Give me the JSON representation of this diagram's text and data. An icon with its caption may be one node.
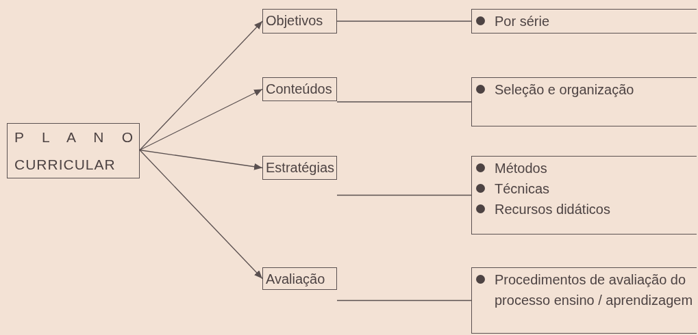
{
  "diagram": {
    "nodes": [
      {
        "text": [
          "P L A N O CURRICULAR"
        ]
      },
      {
        "text": [
          "Objetivos"
        ]
      },
      {
        "text": [
          "Conteúdos"
        ]
      },
      {
        "text": [
          "Estratégias"
        ]
      },
      {
        "text": [
          "Avaliação"
        ]
      },
      {
        "text": [
          "Por série"
        ]
      },
      {
        "text": [
          "Seleção e organização"
        ]
      },
      {
        "text": [
          "Métodos",
          "Técnicas",
          "Recursos didáticos"
        ]
      },
      {
        "text": [
          "Procedimentos de avaliação do processo ensino / aprendizagem"
        ]
      }
    ],
    "edges": [
      {
        "from": 0,
        "to": 1,
        "arrow": "to"
      },
      {
        "from": 0,
        "to": 2,
        "arrow": "to"
      },
      {
        "from": 0,
        "to": 3,
        "arrow": "to"
      },
      {
        "from": 0,
        "to": 4,
        "arrow": "to"
      },
      {
        "from": 1,
        "to": 5,
        "arrow": "none"
      },
      {
        "from": 2,
        "to": 6,
        "arrow": "none"
      },
      {
        "from": 3,
        "to": 7,
        "arrow": "none"
      },
      {
        "from": 4,
        "to": 8,
        "arrow": "none"
      }
    ]
  }
}
